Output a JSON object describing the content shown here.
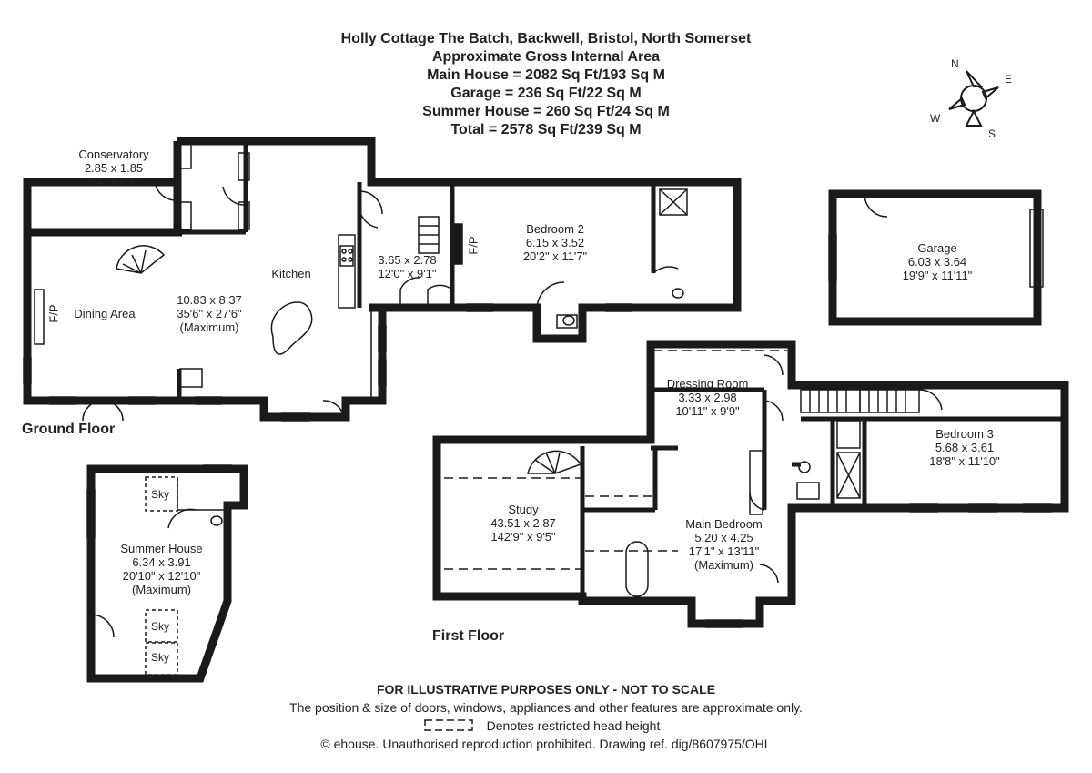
{
  "header": {
    "line1": "Holly Cottage The Batch, Backwell, Bristol, North Somerset",
    "line2": "Approximate Gross Internal Area",
    "line3": "Main House = 2082 Sq Ft/193 Sq M",
    "line4": "Garage = 236 Sq Ft/22 Sq M",
    "line5": "Summer House = 260 Sq Ft/24 Sq M",
    "line6": "Total = 2578 Sq Ft/239 Sq M"
  },
  "compass": {
    "n": "N",
    "e": "E",
    "s": "S",
    "w": "W"
  },
  "rooms": {
    "conservatory": {
      "name": "Conservatory",
      "metric": "2.85 x 1.85",
      "imperial": "9'4\" x 6'1\""
    },
    "kitchen": {
      "name": "Kitchen"
    },
    "dining": {
      "name": "Dining Area",
      "fp": "F/P"
    },
    "main_dims": {
      "metric": "10.83 x 8.37",
      "imperial": "35'6\" x 27'6\"",
      "note": "(Maximum)"
    },
    "utility": {
      "metric": "3.65 x 2.78",
      "imperial": "12'0\" x 9'1\""
    },
    "bedroom2": {
      "name": "Bedroom 2",
      "metric": "6.15 x 3.52",
      "imperial": "20'2\" x 11'7\"",
      "fp": "F/P"
    },
    "garage": {
      "name": "Garage",
      "metric": "6.03 x 3.64",
      "imperial": "19'9\" x 11'11\""
    },
    "dressing": {
      "name": "Dressing Room",
      "metric": "3.33 x 2.98",
      "imperial": "10'11\" x 9'9\""
    },
    "bedroom3": {
      "name": "Bedroom 3",
      "metric": "5.68 x 3.61",
      "imperial": "18'8\" x 11'10\""
    },
    "study": {
      "name": "Study",
      "metric": "43.51 x 2.87",
      "imperial": "142'9\" x 9'5\""
    },
    "main_bedroom": {
      "name": "Main Bedroom",
      "metric": "5.20 x 4.25",
      "imperial": "17'1\" x 13'11\"",
      "note": "(Maximum)"
    },
    "summer": {
      "name": "Summer House",
      "metric": "6.34 x 3.91",
      "imperial": "20'10\" x 12'10\"",
      "note": "(Maximum)",
      "sky": "Sky"
    }
  },
  "floors": {
    "ground": "Ground Floor",
    "first": "First Floor"
  },
  "footer": {
    "line1": "FOR ILLUSTRATIVE PURPOSES ONLY - NOT TO SCALE",
    "line2": "The position & size of doors, windows, appliances and other features are approximate only.",
    "line3": "Denotes restricted head height",
    "line4": "© ehouse. Unauthorised reproduction prohibited. Drawing ref. dig/8607975/OHL"
  },
  "colors": {
    "wall": "#1a1a1a",
    "text": "#222222",
    "background": "#ffffff"
  }
}
